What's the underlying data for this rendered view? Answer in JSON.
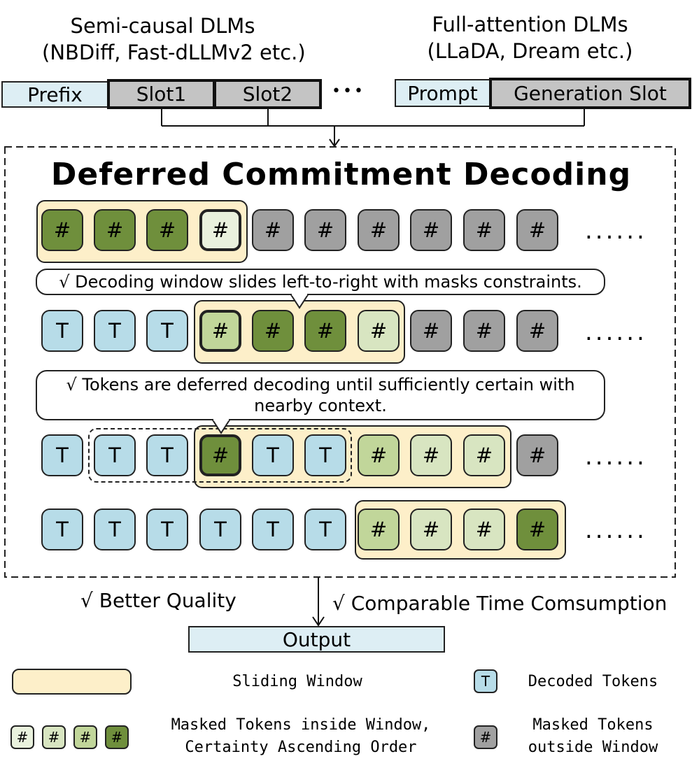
{
  "colors": {
    "decoded": "#b7dce8",
    "masked_outside": "#a0a0a0",
    "window_fill": "#fdefc9",
    "certainty_1": "#e9f1dd",
    "certainty_2": "#d8e5c1",
    "certainty_3": "#c1d69a",
    "certainty_4": "#6f8f3c",
    "prefix_fill": "#ddeef4",
    "slot_fill": "#c4c4c4"
  },
  "header": {
    "semi_causal": {
      "title": "Semi-causal DLMs",
      "subtitle": "(NBDiff, Fast-dLLMv2 etc.)"
    },
    "full_attention": {
      "title": "Full-attention DLMs",
      "subtitle": "(LLaDA, Dream etc.)"
    }
  },
  "inputs": {
    "semi": {
      "prefix": "Prefix",
      "slot1": "Slot1",
      "slot2": "Slot2",
      "ellipsis": "•••"
    },
    "full": {
      "prompt": "Prompt",
      "generation": "Generation Slot"
    }
  },
  "main": {
    "title": "Deferred Commitment Decoding",
    "mask_symbol": "#",
    "decoded_symbol": "T",
    "row_ellipsis": "......",
    "callout1": "√ Decoding window slides left-to-right with masks constraints.",
    "callout2_line1": "√ Tokens are deferred decoding until sufficiently certain with",
    "callout2_line2": "nearby context."
  },
  "benefits": {
    "quality": "√ Better Quality",
    "time": "√ Comparable Time Comsumption"
  },
  "output": {
    "label": "Output"
  },
  "legend": {
    "sliding_window": "Sliding Window",
    "decoded_tokens": "Decoded Tokens",
    "masked_inside_line1": "Masked Tokens inside Window,",
    "masked_inside_line2": "Certainty Ascending Order",
    "masked_outside_line1": "Masked Tokens",
    "masked_outside_line2": "outside Window"
  }
}
